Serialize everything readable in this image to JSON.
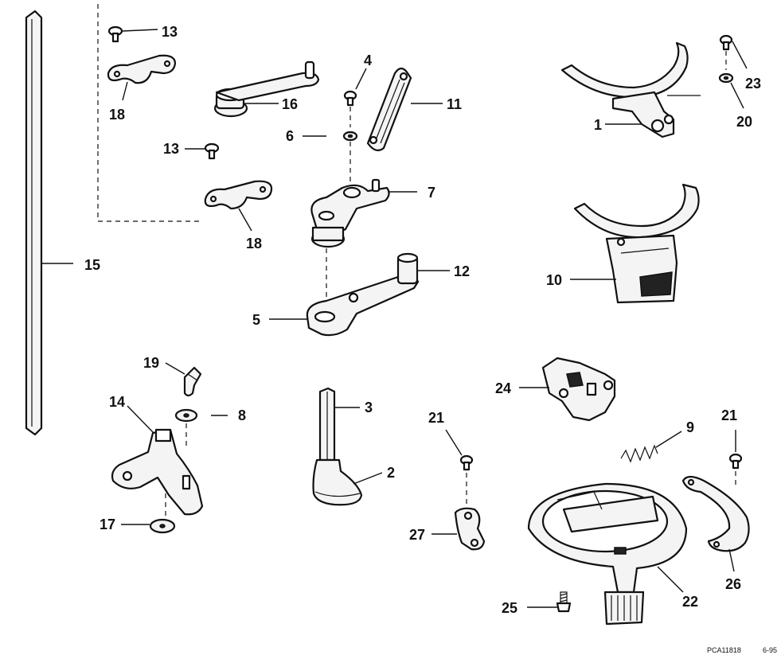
{
  "diagram": {
    "drawing_code": "PCA11818",
    "drawing_date": "6-95",
    "callouts": [
      "1",
      "2",
      "3",
      "4",
      "5",
      "6",
      "7",
      "8",
      "9",
      "10",
      "11",
      "12",
      "13",
      "14",
      "15",
      "16",
      "17",
      "18",
      "19",
      "20",
      "21",
      "22",
      "23",
      "24",
      "25",
      "26",
      "27"
    ],
    "labels": {
      "n1": "1",
      "n2": "2",
      "n3": "3",
      "n4": "4",
      "n5": "5",
      "n6": "6",
      "n7": "7",
      "n8": "8",
      "n9": "9",
      "n10": "10",
      "n11": "11",
      "n12": "12",
      "n13a": "13",
      "n13b": "13",
      "n14": "14",
      "n15": "15",
      "n16": "16",
      "n17": "17",
      "n18a": "18",
      "n18b": "18",
      "n19": "19",
      "n20": "20",
      "n21a": "21",
      "n21b": "21",
      "n22": "22",
      "n23": "23",
      "n24": "24",
      "n25": "25",
      "n26": "26",
      "n27": "27"
    }
  }
}
